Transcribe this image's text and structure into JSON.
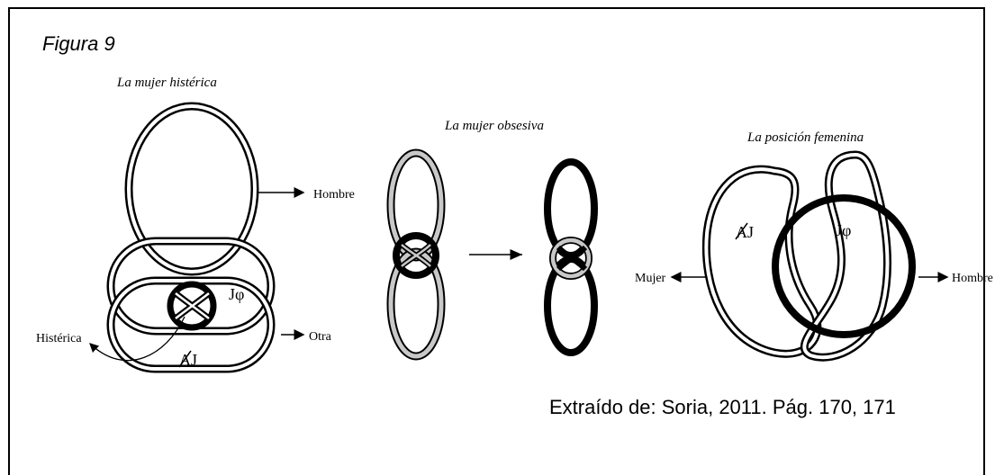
{
  "figure_label": "Figura 9",
  "titles": {
    "hysterical": "La mujer histérica",
    "obsessive": "La mujer obsesiva",
    "feminine": "La posición femenina"
  },
  "labels": {
    "hombre_left": "Hombre",
    "j_phi_left": "Jφ",
    "otra": "Otra",
    "histerica": "Histérica",
    "barred_a_j_left": "AJ",
    "barred_a_j_right": "AJ",
    "j_phi_right": "Jφ",
    "mujer": "Mujer",
    "hombre_right": "Hombre"
  },
  "credit": "Extraído de: Soria, 2011. Pág. 170, 171",
  "colors": {
    "ink": "#000000",
    "gray_ring": "#c8c8c8",
    "background": "#ffffff"
  }
}
